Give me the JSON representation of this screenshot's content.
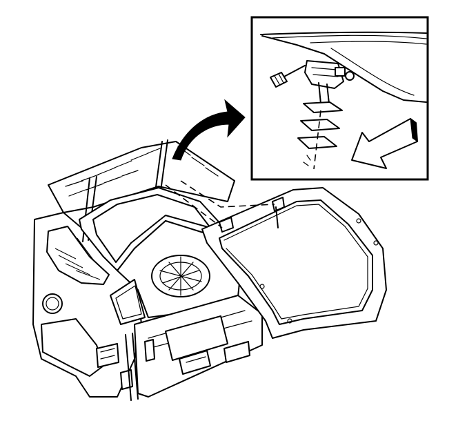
{
  "figure": {
    "detail_view": {
      "fastener": "bolt",
      "component": "liftgate-hinge"
    },
    "arrows": [
      "callout-arrow",
      "direction-arrow"
    ]
  }
}
